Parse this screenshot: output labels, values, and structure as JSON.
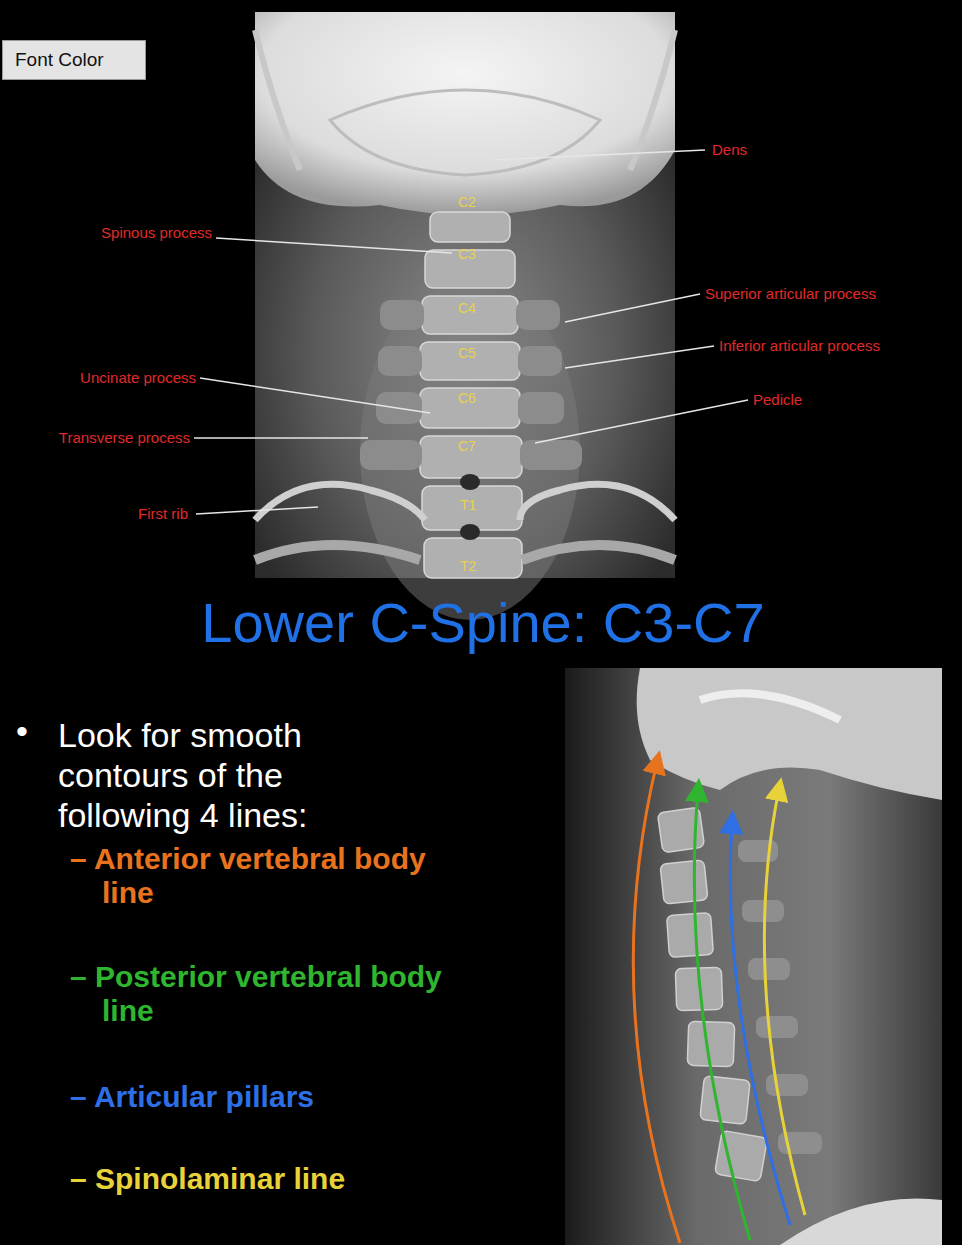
{
  "diagram": {
    "title": "Lower C-Spine: C3-C7",
    "labels": [
      "Font Color",
      "Dens",
      "Spinous process",
      "Superior articular process",
      "Inferior articular process",
      "Pedicle",
      "Uncinate process",
      "Transverse process",
      "First rib",
      "C2",
      "C3",
      "C4",
      "C5",
      "C6",
      "C7",
      "T1",
      "T2",
      "•",
      "Look for smooth contours of the following 4 lines:",
      "– Anterior vertebral body line",
      "– Posterior vertebral body line",
      "– Articular pillars",
      "– Spinolaminar line"
    ]
  }
}
